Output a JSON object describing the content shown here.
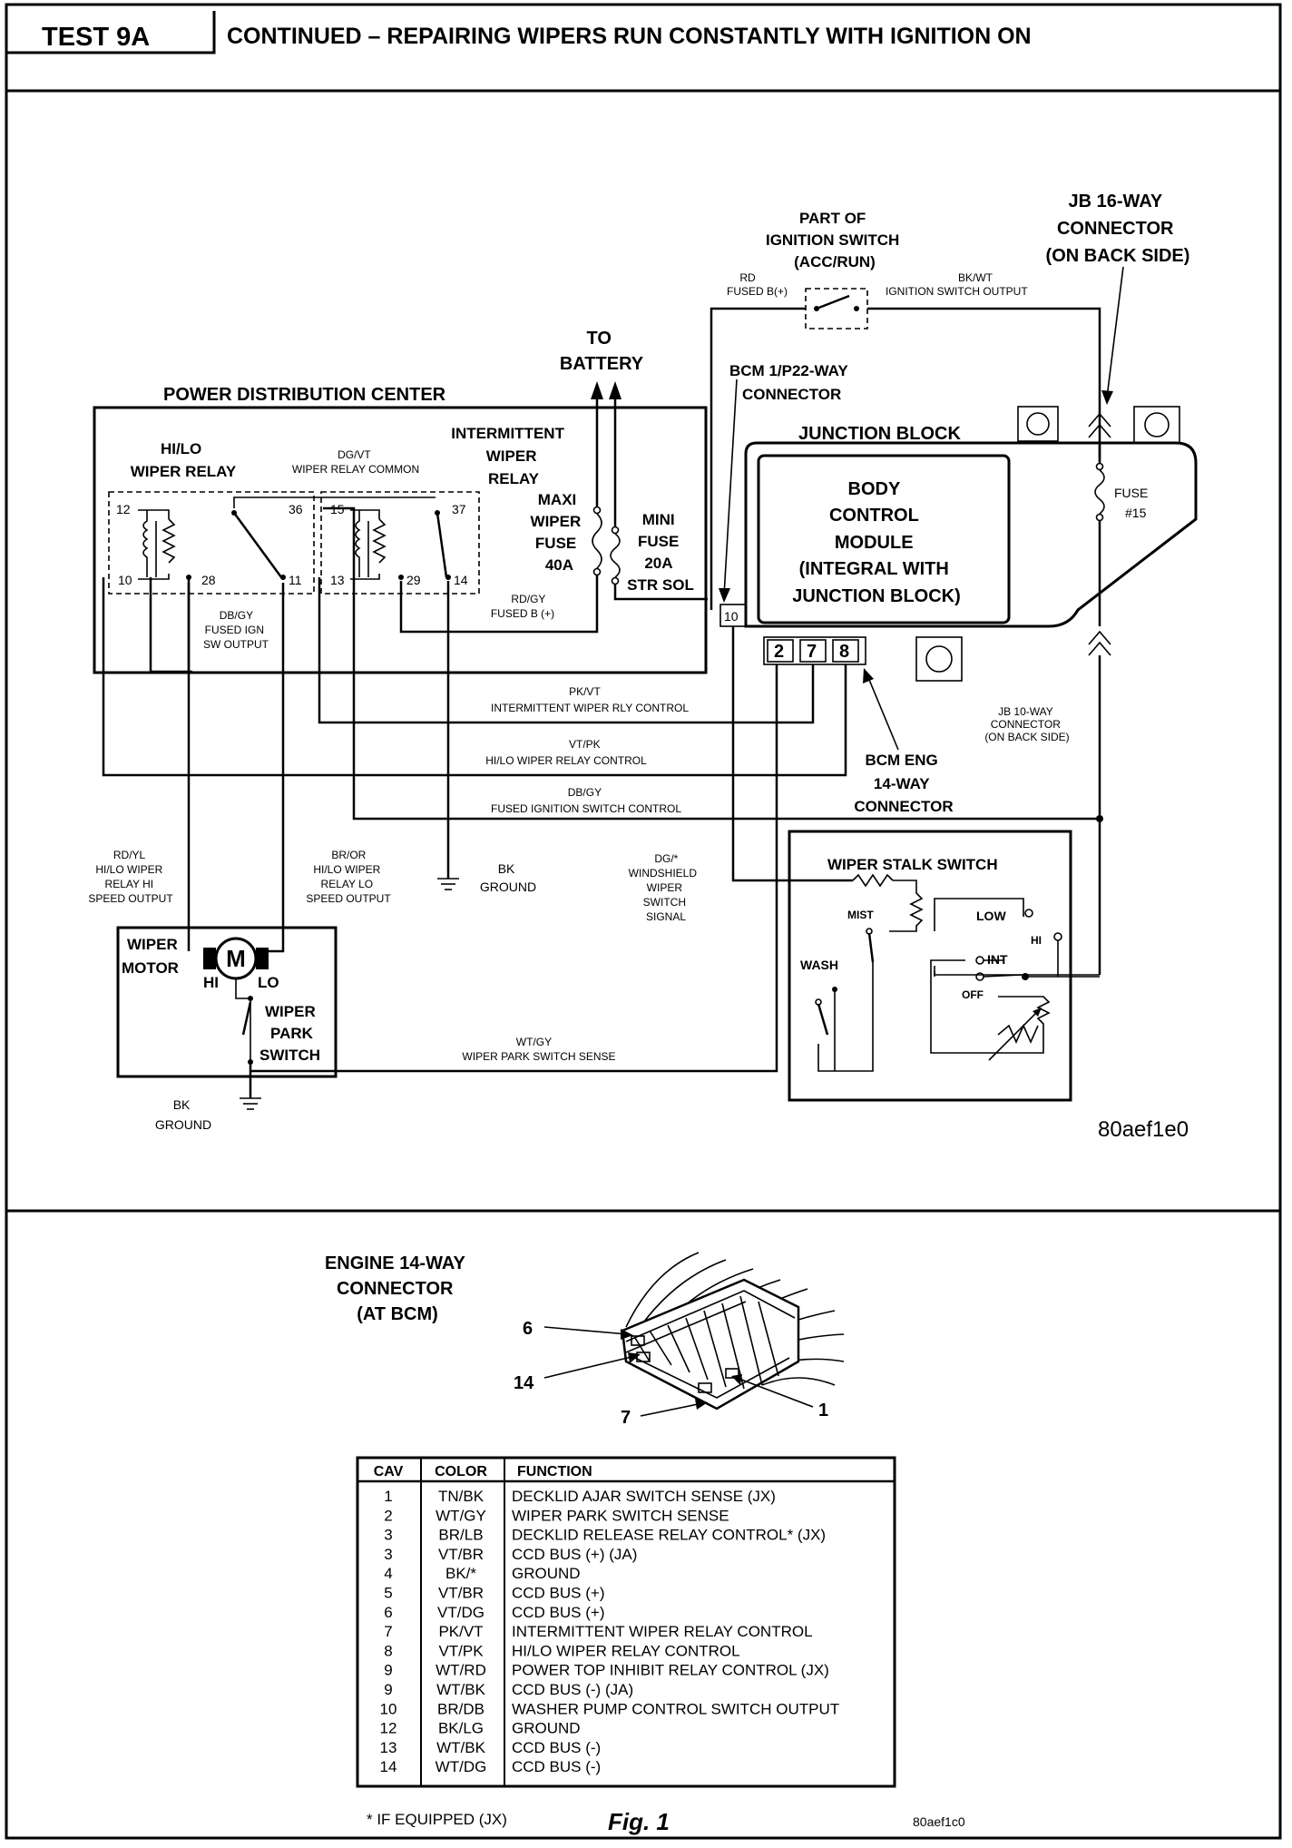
{
  "header": {
    "test_id": "TEST 9A",
    "title": "CONTINUED – REPAIRING WIPERS RUN CONSTANTLY WITH IGNITION ON"
  },
  "diagram": {
    "ignition_switch": [
      "PART OF",
      "IGNITION SWITCH",
      "(ACC/RUN)"
    ],
    "rd_fused": [
      "RD",
      "FUSED B(+)"
    ],
    "bkwt": [
      "BK/WT",
      "IGNITION SWITCH OUTPUT"
    ],
    "jb16": [
      "JB 16-WAY",
      "CONNECTOR",
      "(ON BACK SIDE)"
    ],
    "to_battery": [
      "TO",
      "BATTERY"
    ],
    "bcm_p22": [
      "BCM 1/P22-WAY",
      "CONNECTOR"
    ],
    "pdc": "POWER DISTRIBUTION CENTER",
    "junction_block": "JUNCTION BLOCK",
    "hilo_relay": [
      "HI/LO",
      "WIPER RELAY"
    ],
    "dgvt": [
      "DG/VT",
      "WIPER RELAY COMMON"
    ],
    "int_relay": [
      "INTERMITTENT",
      "WIPER",
      "RELAY"
    ],
    "maxi_fuse": [
      "MAXI",
      "WIPER",
      "FUSE",
      "40A"
    ],
    "mini_fuse": [
      "MINI",
      "FUSE",
      "20A",
      "STR SOL"
    ],
    "bcm": [
      "BODY",
      "CONTROL",
      "MODULE",
      "(INTEGRAL WITH",
      "JUNCTION BLOCK)"
    ],
    "fuse15": [
      "FUSE",
      "#15"
    ],
    "pins": {
      "p12": "12",
      "p36": "36",
      "p10": "10",
      "p28": "28",
      "p11": "11",
      "p15": "15",
      "p37": "37",
      "p13": "13",
      "p29": "29",
      "p14": "14",
      "bcm10": "10",
      "bcm2": "2",
      "bcm7": "7",
      "bcm8": "8"
    },
    "rdgy": [
      "RD/GY",
      "FUSED B (+)"
    ],
    "dbgy_out": [
      "DB/GY",
      "FUSED IGN",
      "SW OUTPUT"
    ],
    "pkvt": [
      "PK/VT",
      "INTERMITTENT WIPER RLY CONTROL"
    ],
    "vtpk": [
      "VT/PK",
      "HI/LO WIPER RELAY CONTROL"
    ],
    "dbgy_ctrl": [
      "DB/GY",
      "FUSED IGNITION SWITCH CONTROL"
    ],
    "jb10": [
      "JB 10-WAY",
      "CONNECTOR",
      "(ON BACK SIDE)"
    ],
    "bcm_eng": [
      "BCM ENG",
      "14-WAY",
      "CONNECTOR"
    ],
    "rdyl": [
      "RD/YL",
      "HI/LO WIPER",
      "RELAY HI",
      "SPEED OUTPUT"
    ],
    "bror": [
      "BR/OR",
      "HI/LO WIPER",
      "RELAY LO",
      "SPEED OUTPUT"
    ],
    "bk_ground_1": [
      "BK",
      "GROUND"
    ],
    "dg_wsw": [
      "DG/*",
      "WINDSHIELD",
      "WIPER",
      "SWITCH",
      "SIGNAL"
    ],
    "wiper_stalk": "WIPER STALK SWITCH",
    "stalk": {
      "mist": "MIST",
      "low": "LOW",
      "hi": "HI",
      "wash": "WASH",
      "int": "INT",
      "off": "OFF"
    },
    "wiper_motor": [
      "WIPER",
      "MOTOR"
    ],
    "motor_symbol": "M",
    "motor_hi": "HI",
    "motor_lo": "LO",
    "park_switch": [
      "WIPER",
      "PARK",
      "SWITCH"
    ],
    "wtgy": [
      "WT/GY",
      "WIPER PARK SWITCH SENSE"
    ],
    "bk_ground_2": [
      "BK",
      "GROUND"
    ],
    "figure_code_1": "80aef1e0"
  },
  "connector_view": {
    "title": [
      "ENGINE 14-WAY",
      "CONNECTOR",
      "(AT BCM)"
    ],
    "callouts": [
      "6",
      "14",
      "7",
      "1"
    ]
  },
  "table": {
    "headers": [
      "CAV",
      "COLOR",
      "FUNCTION"
    ],
    "rows": [
      [
        "1",
        "TN/BK",
        "DECKLID AJAR SWITCH SENSE (JX)"
      ],
      [
        "2",
        "WT/GY",
        "WIPER PARK SWITCH SENSE"
      ],
      [
        "3",
        "BR/LB",
        "DECKLID RELEASE RELAY CONTROL* (JX)"
      ],
      [
        "3",
        "VT/BR",
        "CCD BUS (+) (JA)"
      ],
      [
        "4",
        "BK/*",
        "GROUND"
      ],
      [
        "5",
        "VT/BR",
        "CCD BUS (+)"
      ],
      [
        "6",
        "VT/DG",
        "CCD BUS (+)"
      ],
      [
        "7",
        "PK/VT",
        "INTERMITTENT WIPER RELAY CONTROL"
      ],
      [
        "8",
        "VT/PK",
        "HI/LO WIPER RELAY CONTROL"
      ],
      [
        "9",
        "WT/RD",
        "POWER TOP INHIBIT RELAY CONTROL (JX)"
      ],
      [
        "9",
        "WT/BK",
        "CCD BUS (-) (JA)"
      ],
      [
        "10",
        "BR/DB",
        "WASHER PUMP CONTROL SWITCH OUTPUT"
      ],
      [
        "12",
        "BK/LG",
        "GROUND"
      ],
      [
        "13",
        "WT/BK",
        "CCD BUS (-)"
      ],
      [
        "14",
        "WT/DG",
        "CCD BUS (-)"
      ]
    ]
  },
  "footer": {
    "note": "* IF EQUIPPED (JX)",
    "fig": "Fig. 1",
    "code": "80aef1c0"
  }
}
